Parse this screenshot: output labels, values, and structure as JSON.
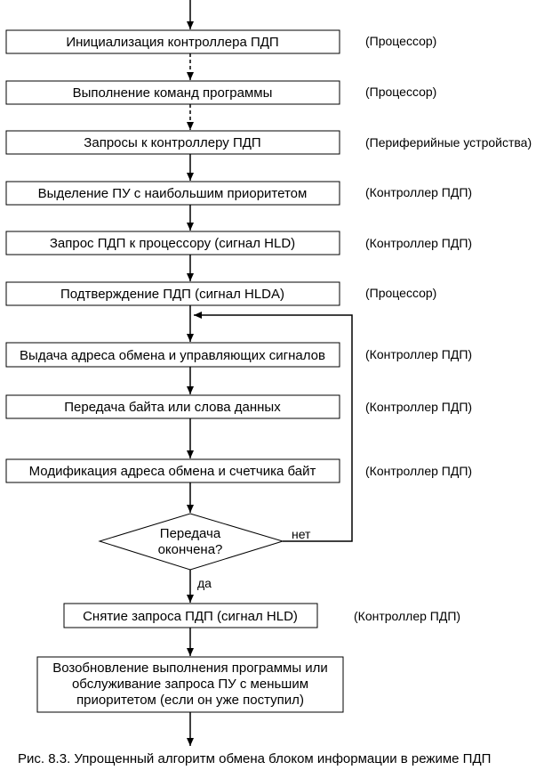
{
  "steps": [
    {
      "text": "Инициализация контроллера ПДП",
      "actor": "(Процессор)"
    },
    {
      "text": "Выполнение команд программы",
      "actor": "(Процессор)"
    },
    {
      "text": "Запросы к контроллеру ПДП",
      "actor": "(Периферийные устройства)"
    },
    {
      "text": "Выделение ПУ с наибольшим приоритетом",
      "actor": "(Контроллер ПДП)"
    },
    {
      "text": "Запрос ПДП к процессору (сигнал HLD)",
      "actor": "(Контроллер ПДП)"
    },
    {
      "text": "Подтверждение ПДП (сигнал HLDA)",
      "actor": "(Процессор)"
    },
    {
      "text": "Выдача адреса обмена и управляющих сигналов",
      "actor": "(Контроллер ПДП)"
    },
    {
      "text": "Передача байта или слова данных",
      "actor": "(Контроллер ПДП)"
    },
    {
      "text": "Модификация адреса обмена и счетчика байт",
      "actor": "(Контроллер ПДП)"
    }
  ],
  "decision": {
    "lines": [
      "Передача",
      "окончена?"
    ],
    "no_label": "нет",
    "yes_label": "да"
  },
  "release": {
    "text": "Снятие запроса ПДП (сигнал HLD)",
    "actor": "(Контроллер ПДП)"
  },
  "resume": {
    "lines": [
      "Возобновление выполнения программы или",
      "обслуживание запроса ПУ с меньшим",
      "приоритетом (если он уже поступил)"
    ]
  },
  "caption": "Рис. 8.3. Упрощенный алгоритм обмена блоком информации в режиме ПДП"
}
